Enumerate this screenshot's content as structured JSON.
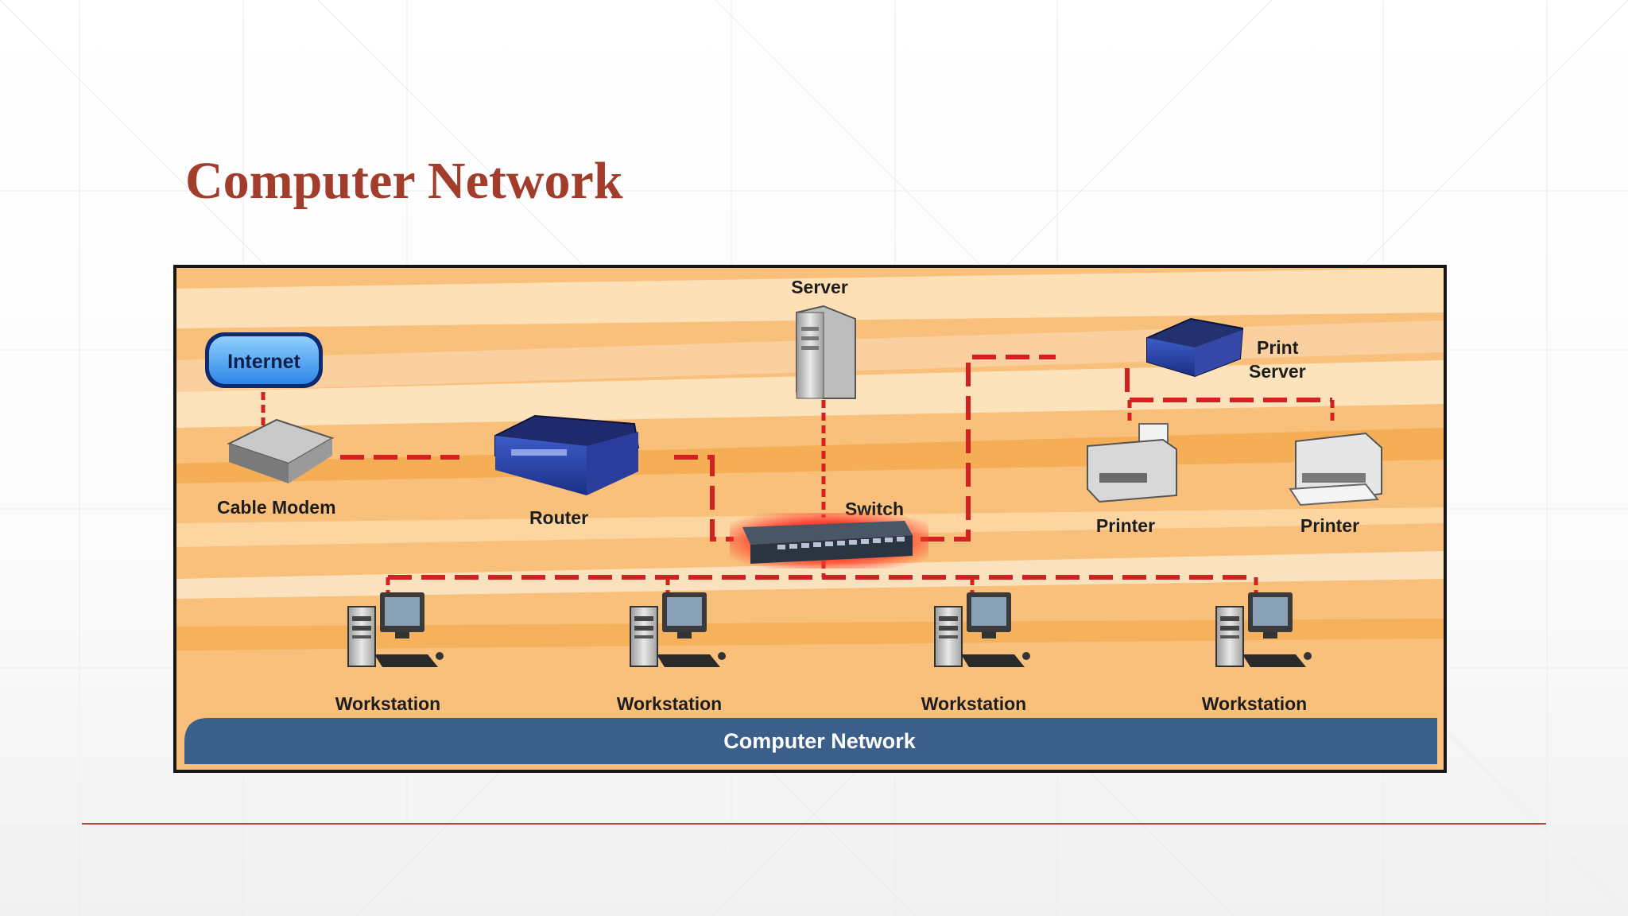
{
  "slide": {
    "title": "Computer Network"
  },
  "diagram": {
    "banner": "Computer Network",
    "nodes": {
      "internet": "Internet",
      "cable_modem": "Cable Modem",
      "router": "Router",
      "server": "Server",
      "switch": "Switch",
      "print_server_line1": "Print",
      "print_server_line2": "Server",
      "printer_1": "Printer",
      "printer_2": "Printer",
      "workstation_1": "Workstation",
      "workstation_2": "Workstation",
      "workstation_3": "Workstation",
      "workstation_4": "Workstation"
    }
  },
  "colors": {
    "title": "#a23c2b",
    "link": "#d32020",
    "banner": "#3b5f8b",
    "background_stripes": [
      "#fbd7a4",
      "#f6b45f"
    ]
  }
}
